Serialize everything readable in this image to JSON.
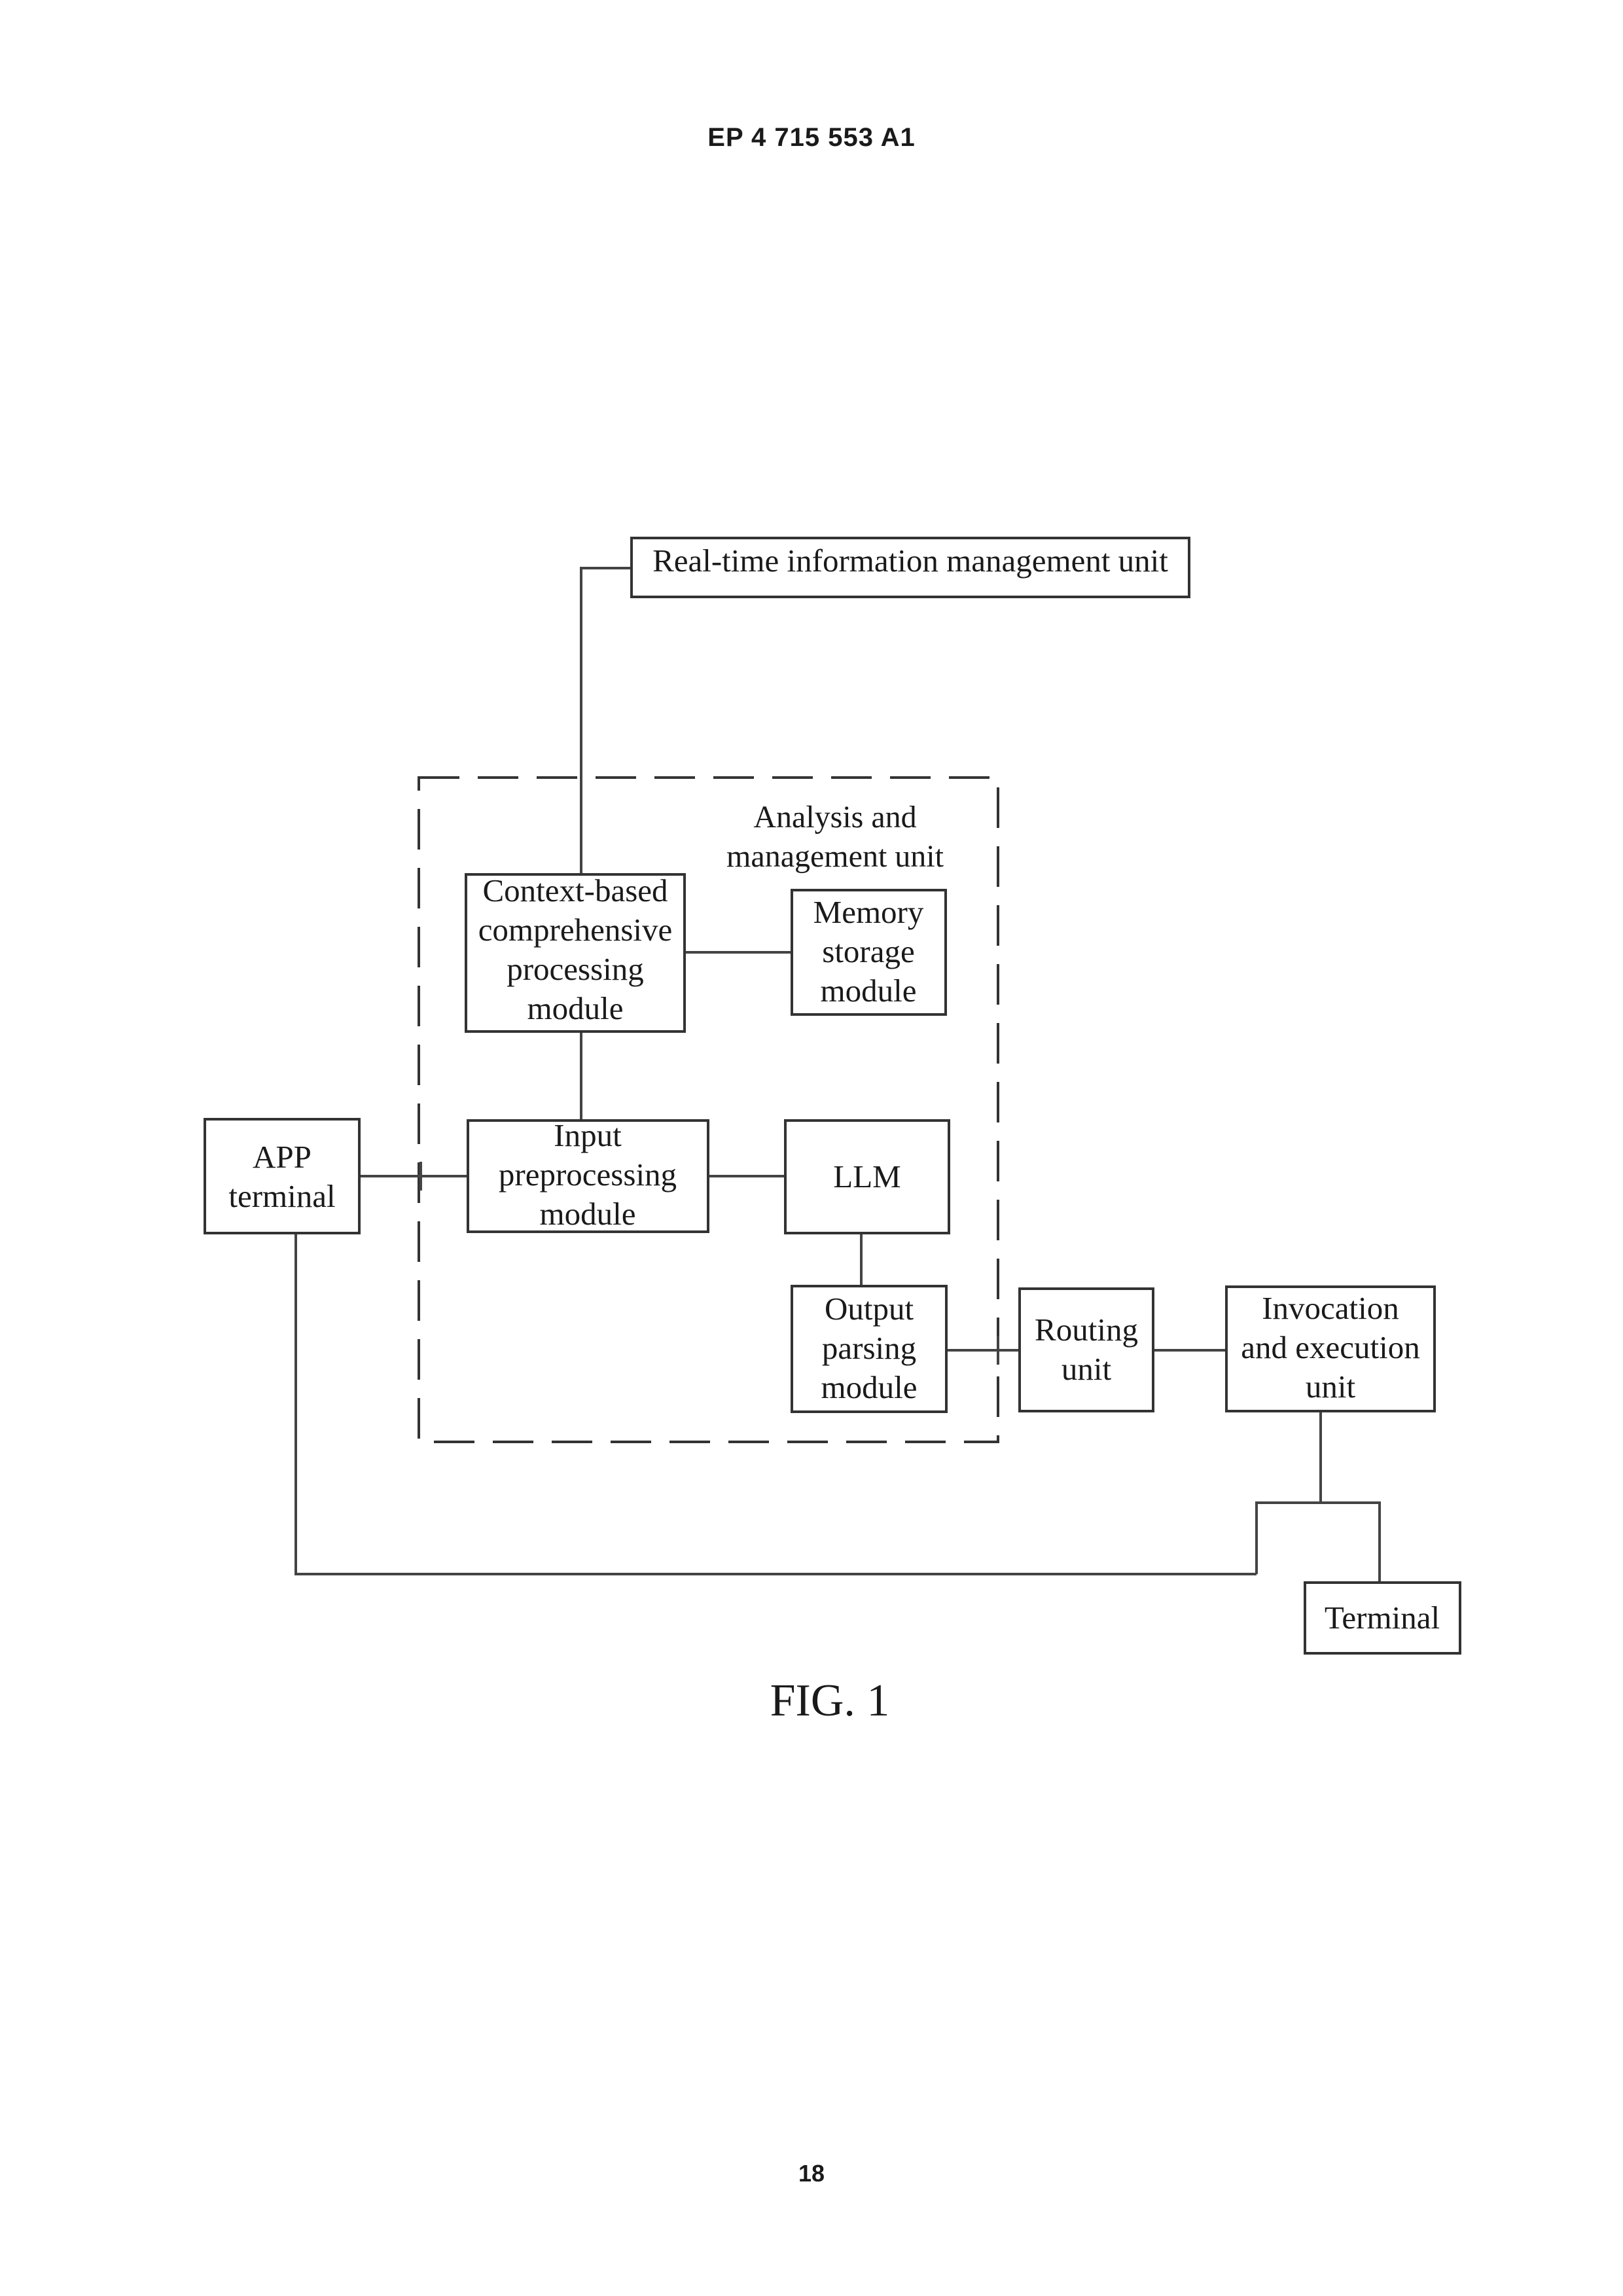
{
  "header": {
    "publication_number": "EP 4 715 553 A1"
  },
  "figure": {
    "caption": "FIG. 1",
    "group_label": [
      "Analysis and",
      "management unit"
    ],
    "nodes": {
      "realtime": [
        "Real-time information management unit"
      ],
      "context": [
        "Context-based",
        "comprehensive",
        "processing",
        "module"
      ],
      "memory": [
        "Memory",
        "storage",
        "module"
      ],
      "app": [
        "APP",
        "terminal"
      ],
      "input": [
        "Input",
        "preprocessing",
        "module"
      ],
      "llm": [
        "LLM"
      ],
      "output": [
        "Output",
        "parsing",
        "module"
      ],
      "routing": [
        "Routing",
        "unit"
      ],
      "invocation": [
        "Invocation",
        "and execution",
        "unit"
      ],
      "terminal": [
        "Terminal"
      ]
    }
  },
  "footer": {
    "page_number": "18"
  }
}
